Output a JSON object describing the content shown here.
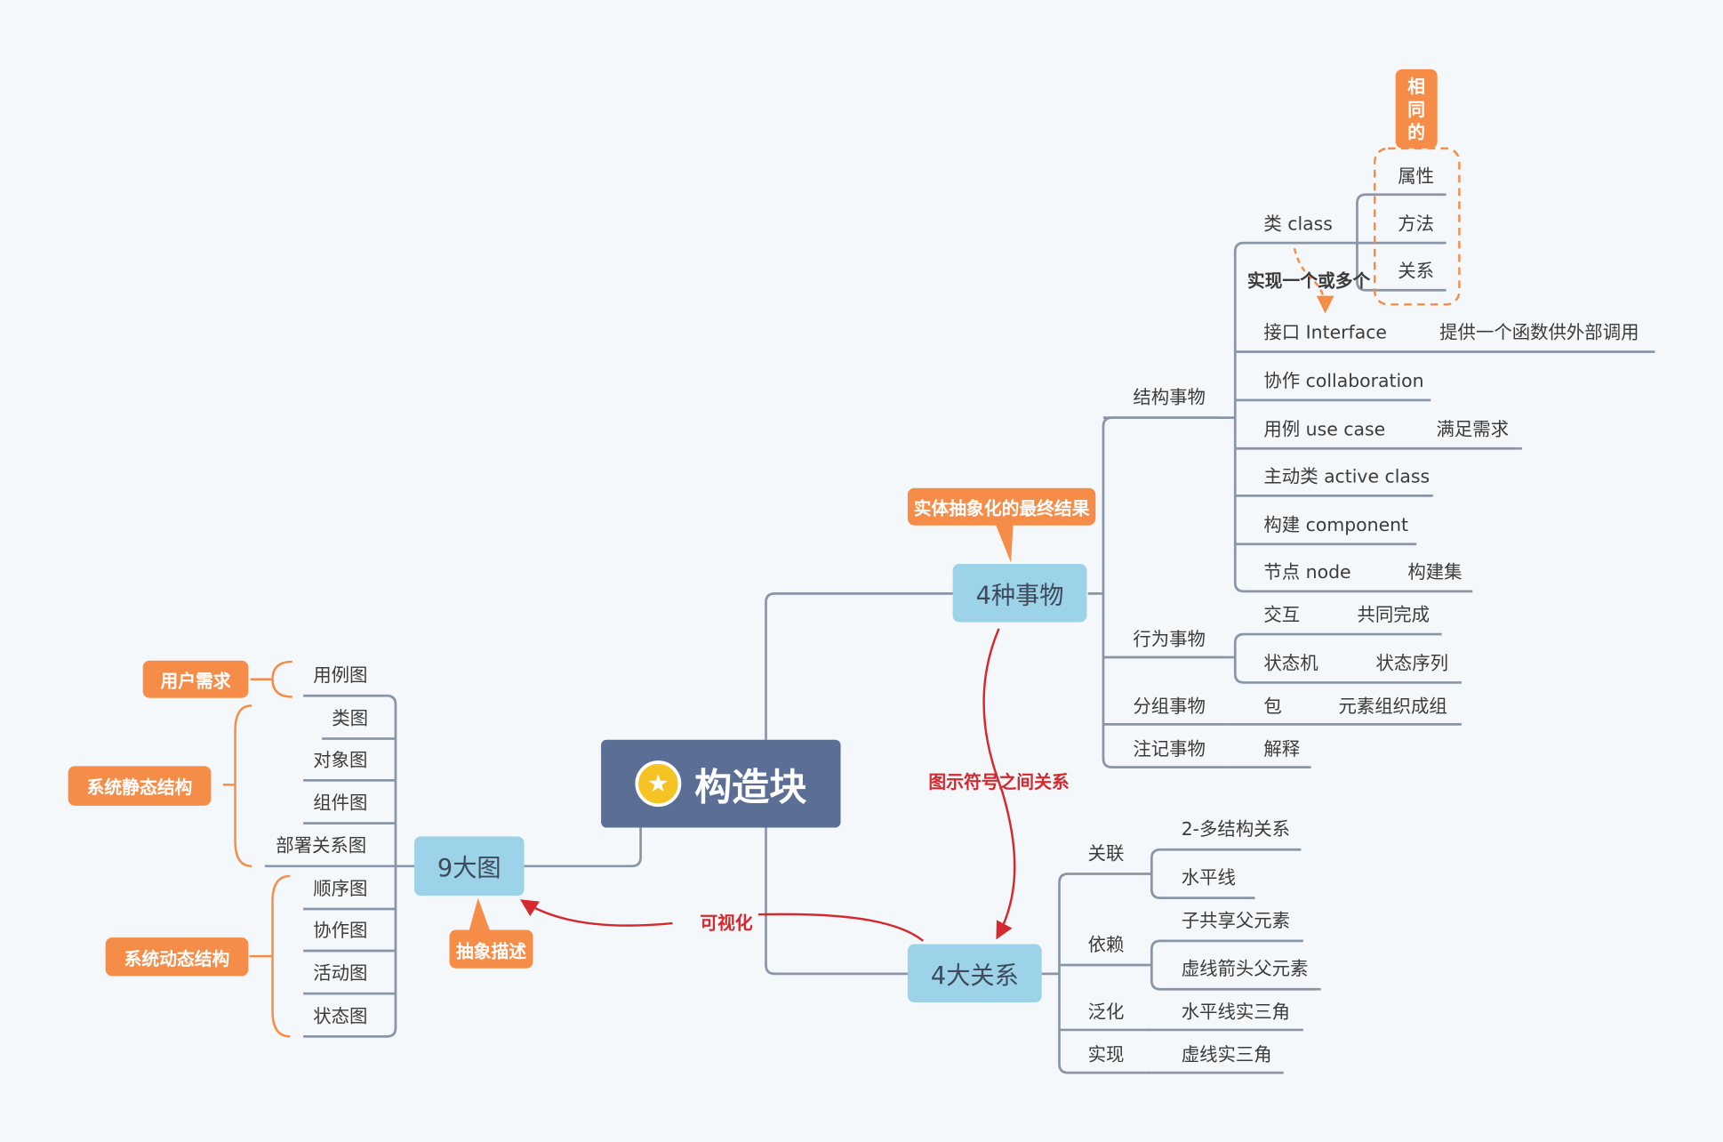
{
  "root": {
    "label": "构造块",
    "icon": "star-icon"
  },
  "things": {
    "label": "4种事物",
    "note": "实体抽象化的最终结果",
    "structural": {
      "label": "结构事物",
      "items": {
        "class": "类 class",
        "interface": "接口 Interface",
        "interface_note": "提供一个函数供外部调用",
        "collaboration": "协作 collaboration",
        "usecase": "用例 use case",
        "usecase_note": "满足需求",
        "active_class": "主动类 active class",
        "component": "构建 component",
        "node": "节点 node",
        "node_note": "构建集"
      },
      "class_members": [
        "属性",
        "方法",
        "关系"
      ],
      "same_tag": "相同的",
      "realize_note": "实现一个或多个"
    },
    "behavioral": {
      "label": "行为事物",
      "interaction": "交互",
      "interaction_note": "共同完成",
      "state_machine": "状态机",
      "state_machine_note": "状态序列"
    },
    "grouping": {
      "label": "分组事物",
      "item": "包",
      "note": "元素组织成组"
    },
    "annotation": {
      "label": "注记事物",
      "item": "解释"
    }
  },
  "relations": {
    "label": "4大关系",
    "association": {
      "label": "关联",
      "a": "2-多结构关系",
      "b": "水平线"
    },
    "dependency": {
      "label": "依赖",
      "a": "子共享父元素",
      "b": "虚线箭头父元素"
    },
    "generalization": {
      "label": "泛化",
      "a": "水平线实三角"
    },
    "realization": {
      "label": "实现",
      "a": "虚线实三角"
    }
  },
  "diagrams": {
    "label": "9大图",
    "note": "抽象描述",
    "items": [
      "用例图",
      "类图",
      "对象图",
      "组件图",
      "部署关系图",
      "顺序图",
      "协作图",
      "活动图",
      "状态图"
    ],
    "groups": {
      "user": "用户需求",
      "static": "系统静态结构",
      "dynamic": "系统动态结构"
    }
  },
  "links": {
    "symbols": "图示符号之间关系",
    "visualize": "可视化"
  },
  "colors": {
    "line": "#8a96a8",
    "accent_orange": "#f58d48",
    "node_blue": "#9dd3e8",
    "root": "#5a6e96",
    "link_red": "#d4292e"
  }
}
